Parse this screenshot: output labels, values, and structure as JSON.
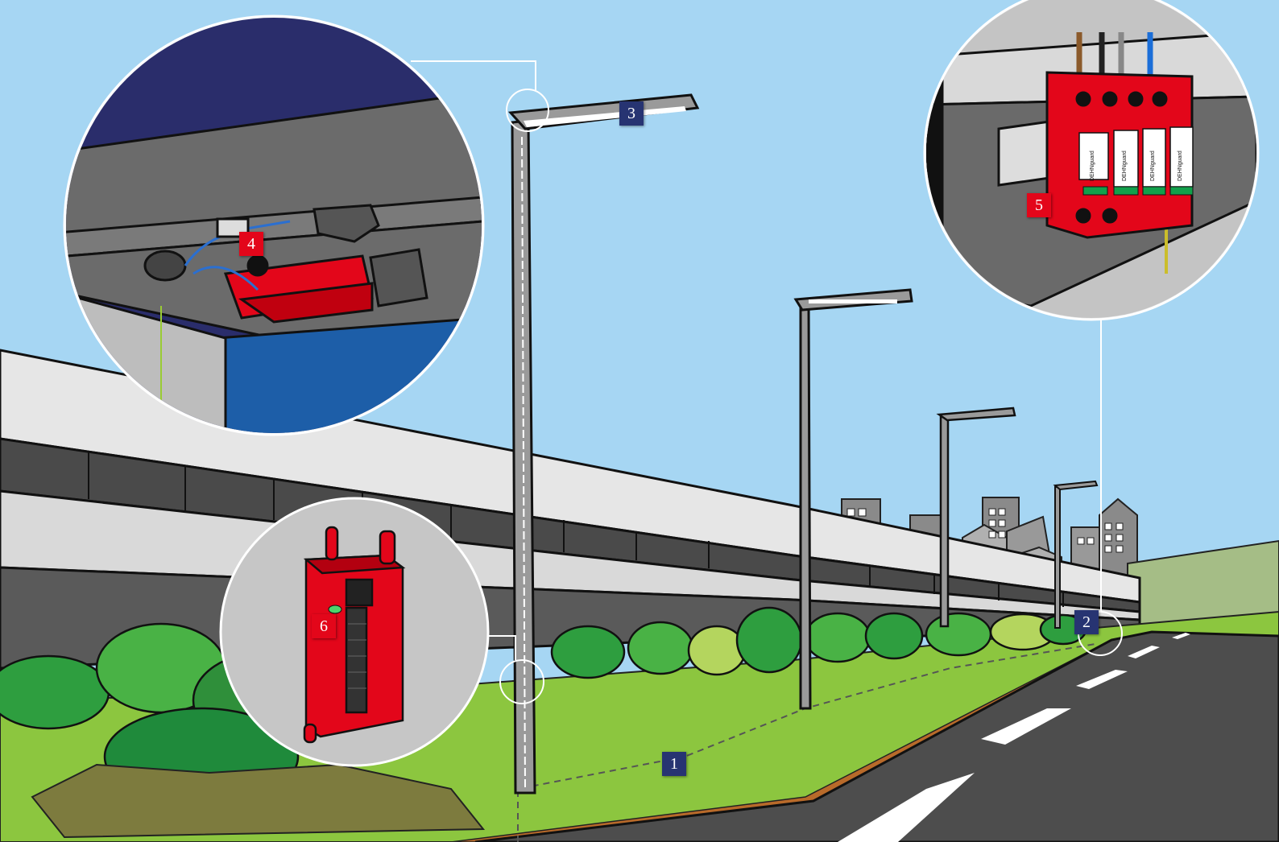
{
  "markers": {
    "m1": "1",
    "m2": "2",
    "m3": "3",
    "m4": "4",
    "m5": "5",
    "m6": "6"
  },
  "device_labels": {
    "spd_modules": [
      "DEHNguard",
      "DEHNguard",
      "DEHNguard",
      "DEHNguard"
    ],
    "led_module_text": ""
  },
  "colors": {
    "sky": "#a6d6f3",
    "grass": "#8cc63f",
    "road": "#4d4d4d",
    "device_red": "#e3061a",
    "marker_blue": "#273472",
    "marker_red": "#e3061a",
    "wall": "#e6e6e6",
    "wall_panel": "#4a4a4a"
  }
}
